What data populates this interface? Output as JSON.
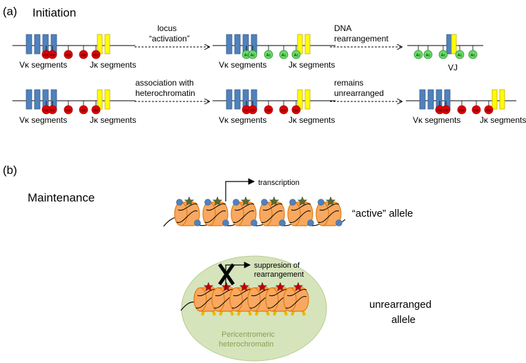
{
  "panel_a": {
    "label": "(a)",
    "title": "Initiation",
    "v_label": "Vκ segments",
    "j_label": "Jκ segments",
    "vj_label": "VJ",
    "me_mark": "me",
    "ac_mark": "Ac",
    "arrow1_line1": "locus",
    "arrow1_line2": "“activation”",
    "arrow2_line1": "DNA",
    "arrow2_line2": "rearrangement",
    "arrow3_line1": "association with",
    "arrow3_line2": "heterochromatin",
    "arrow4_line1": "remains",
    "arrow4_line2": "unrearranged"
  },
  "panel_b": {
    "label": "(b)",
    "title": "Maintenance",
    "transcription": "transcription",
    "active_allele": "“active” allele",
    "suppression_line1": "suppresion of",
    "suppression_line2": "rearrangement",
    "unrearranged_line1": "unrearranged",
    "unrearranged_line2": "allele",
    "heterochromatin_line1": "Pericentromeric",
    "heterochromatin_line2": "heterochromatin"
  },
  "colors": {
    "v_segment": "#4f81bd",
    "j_segment": "#ffff00",
    "me_circle": "#e00000",
    "ac_circle": "#66dd66",
    "nucleosome": "#f8a860",
    "active_star": "#556b2f",
    "repressive_star": "#c00000",
    "heterochromatin": "#d6e4bc",
    "heterochromatin_text": "#8aa050"
  }
}
